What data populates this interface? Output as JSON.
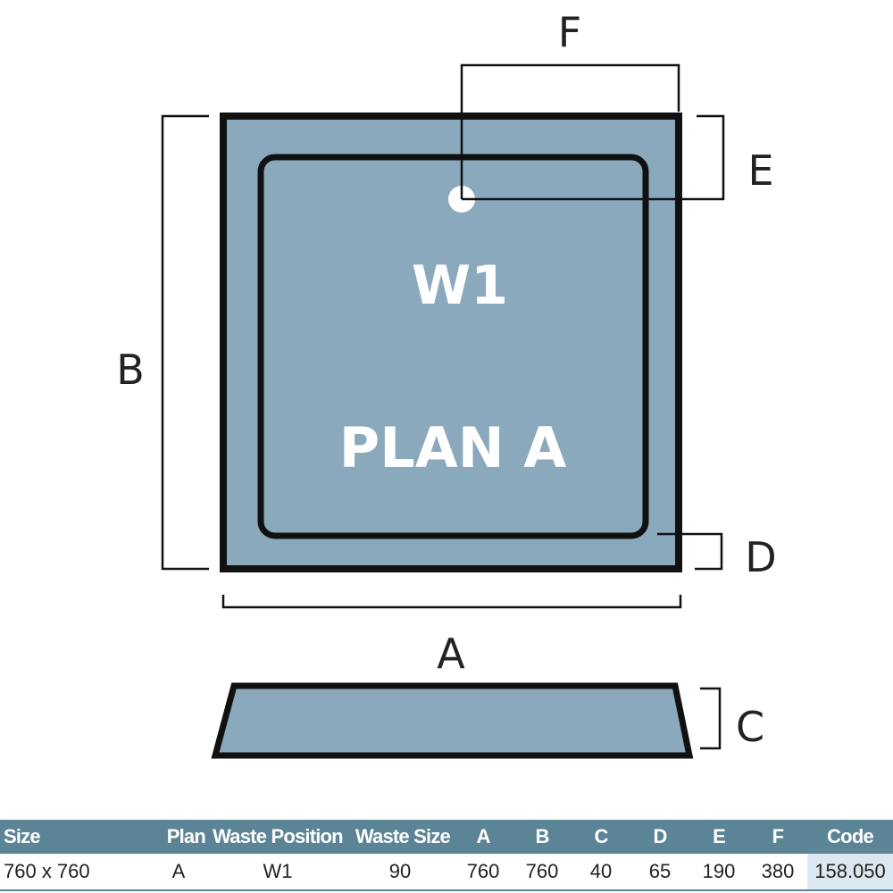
{
  "diagram": {
    "dimension_labels": {
      "a": "A",
      "b": "B",
      "c": "C",
      "d": "D",
      "e": "E",
      "f": "F"
    },
    "waste_label": "W1",
    "plan_label": "PLAN A",
    "colors": {
      "tray_fill": "#8ba9bd",
      "outline": "#111111",
      "header": "#5b8496"
    }
  },
  "table": {
    "headers": {
      "size": "Size",
      "plan": "Plan",
      "waste_position": "Waste Position",
      "waste_size": "Waste Size",
      "a": "A",
      "b": "B",
      "c": "C",
      "d": "D",
      "e": "E",
      "f": "F",
      "code": "Code"
    },
    "rows": [
      {
        "size": "760 x 760",
        "plan": "A",
        "waste_position": "W1",
        "waste_size": "90",
        "a": "760",
        "b": "760",
        "c": "40",
        "d": "65",
        "e": "190",
        "f": "380",
        "code": "158.050"
      }
    ]
  }
}
